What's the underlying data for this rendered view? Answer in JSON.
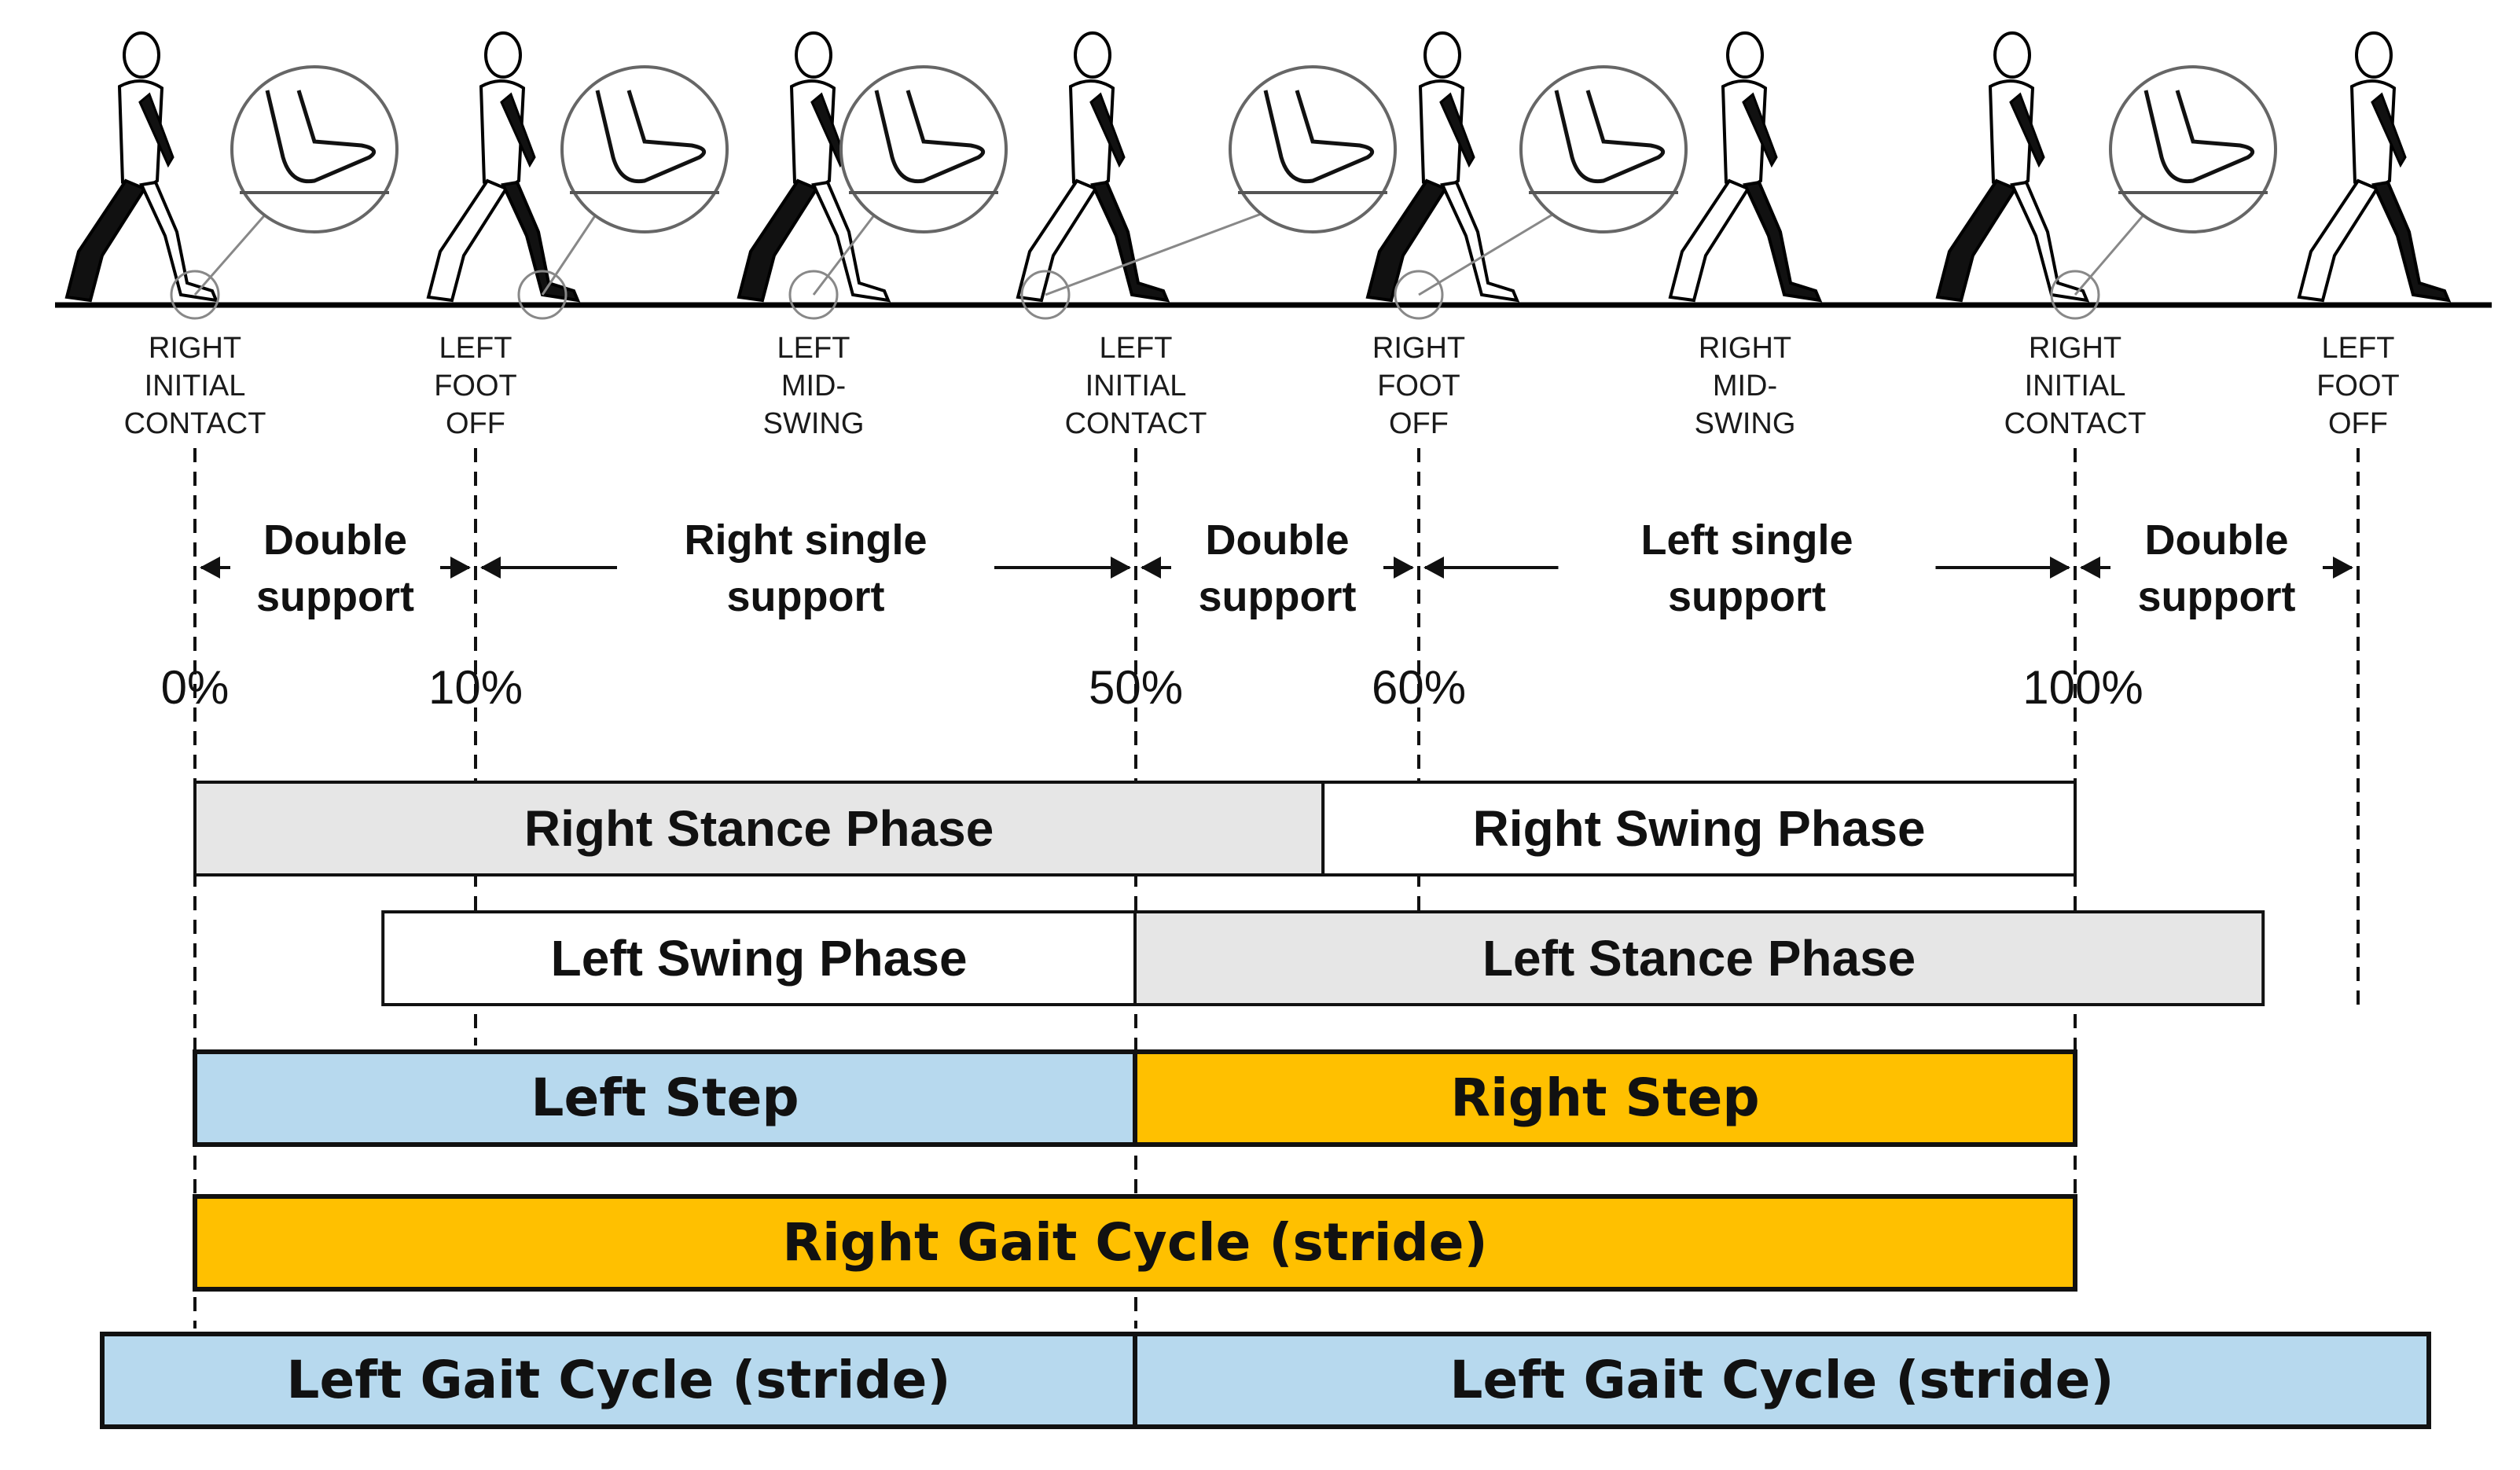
{
  "events": [
    {
      "lines": [
        "RIGHT",
        "INITIAL",
        "CONTACT"
      ]
    },
    {
      "lines": [
        "LEFT",
        "FOOT",
        "OFF"
      ]
    },
    {
      "lines": [
        "LEFT",
        "MID-",
        "SWING"
      ]
    },
    {
      "lines": [
        "LEFT",
        "INITIAL",
        "CONTACT"
      ]
    },
    {
      "lines": [
        "RIGHT",
        "FOOT",
        "OFF"
      ]
    },
    {
      "lines": [
        "RIGHT",
        "MID-",
        "SWING"
      ]
    },
    {
      "lines": [
        "RIGHT",
        "INITIAL",
        "CONTACT"
      ]
    },
    {
      "lines": [
        "LEFT",
        "FOOT",
        "OFF"
      ]
    }
  ],
  "support_periods": [
    {
      "lines": [
        "Double",
        "support"
      ]
    },
    {
      "lines": [
        "Right single",
        "support"
      ]
    },
    {
      "lines": [
        "Double",
        "support"
      ]
    },
    {
      "lines": [
        "Left single",
        "support"
      ]
    },
    {
      "lines": [
        "Double",
        "support"
      ]
    }
  ],
  "percentages": [
    "0%",
    "10%",
    "50%",
    "60%",
    "100%"
  ],
  "phases": [
    {
      "label": "Right Stance Phase",
      "start": 0,
      "end": 60
    },
    {
      "label": "Right Swing Phase",
      "start": 60,
      "end": 100
    },
    {
      "label": "Left Swing Phase",
      "start": 10,
      "end": 50
    },
    {
      "label": "Left Stance Phase",
      "start": 50,
      "end": 110
    }
  ],
  "steps": [
    {
      "label": "Left Step",
      "start": 0,
      "end": 50
    },
    {
      "label": "Right Step",
      "start": 50,
      "end": 100
    }
  ],
  "right_cycle": {
    "label": "Right Gait Cycle (stride)",
    "start": 0,
    "end": 100
  },
  "left_cycles": [
    {
      "label": "Left Gait Cycle (stride)"
    },
    {
      "label": "Left Gait Cycle (stride)"
    }
  ],
  "colors": {
    "stance_fill": "#e6e6e6",
    "swing_fill": "#ffffff",
    "blue_fill": "#b7d9ee",
    "orange_fill": "#ffc000",
    "ink": "#111111"
  }
}
